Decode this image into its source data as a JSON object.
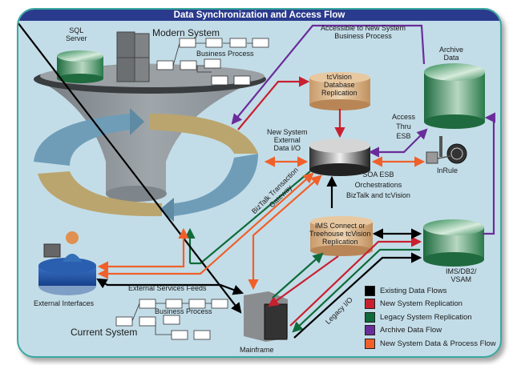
{
  "title": "Data Synchronization and Access Flow",
  "colors": {
    "existing": "#000000",
    "new_replication": "#c8202f",
    "legacy_replication": "#0f6b3a",
    "archive": "#6a2c9a",
    "new_process": "#f0602a",
    "frame_bg": "#c3dde8",
    "title_bg": "#2a3a8c"
  },
  "nodes": {
    "sql_server": "SQL\nServer",
    "modern_system": "Modern System",
    "modern_business_process": "Business Process",
    "accessible_note": "Accessible to New System\nBusiness Process",
    "archive_data": "Archive\nData",
    "tcvision_db": "tcVision\nDatabase\nReplication",
    "new_system_io": "New System\nExternal\nData I/O",
    "access_thru_esb": "Access\nThru\nESB",
    "soa_esb": "SOA ESB\nOrchestrations\nBizTalk and tcVision",
    "inrule": "InRule",
    "biztalk_gateway": "BizTalk Transaction\nGateway",
    "ims_connect": "IMS Connect or\nTreehouse tcVision\nReplication",
    "ims_db2": "IMS/DB2/\nVSAM",
    "external_interfaces": "External Interfaces",
    "external_feeds": "External Services Feeds",
    "current_business_process": "Business Process",
    "current_system": "Current System",
    "mainframe": "Mainframe",
    "legacy_io": "Legacy I/O"
  },
  "legend": [
    {
      "label": "Existing Data Flows",
      "color": "#000000"
    },
    {
      "label": "New System Replication",
      "color": "#c8202f"
    },
    {
      "label": "Legacy System Replication",
      "color": "#0f6b3a"
    },
    {
      "label": "Archive Data Flow",
      "color": "#6a2c9a"
    },
    {
      "label": "New System Data & Process Flow",
      "color": "#f0602a"
    }
  ]
}
